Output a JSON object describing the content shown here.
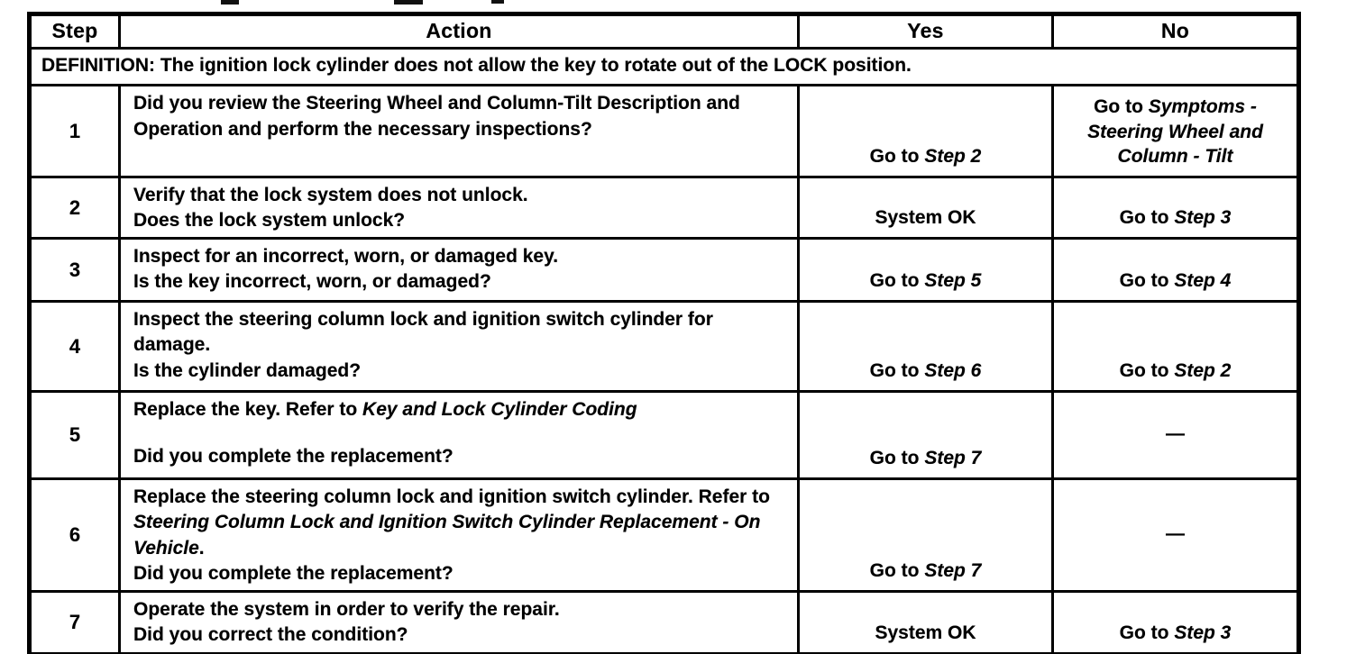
{
  "table": {
    "columns": [
      {
        "label": "Step"
      },
      {
        "label": "Action"
      },
      {
        "label": "Yes"
      },
      {
        "label": "No"
      }
    ],
    "definition": {
      "label": "DEFINITION:",
      "text": "The ignition lock cylinder does not allow the key to rotate out of the LOCK position."
    },
    "rows": [
      {
        "step": "1",
        "action_para": [
          {
            "t": "Did you review the Steering Wheel and Column-Tilt Description and Operation and perform the necessary inspections?"
          }
        ],
        "action_question": null,
        "yes": {
          "segments": [
            {
              "t": "Go to "
            },
            {
              "t": "Step 2",
              "i": true
            }
          ],
          "align": "bottom"
        },
        "no": {
          "segments": [
            {
              "t": "Go to "
            },
            {
              "t": "Symptoms - Steering Wheel and Column - Tilt",
              "i": true
            }
          ],
          "align": "top"
        }
      },
      {
        "step": "2",
        "action_para": [
          {
            "t": "Verify that the lock system does not unlock."
          }
        ],
        "action_question": [
          {
            "t": "Does the lock system unlock?"
          }
        ],
        "yes": {
          "segments": [
            {
              "t": "System OK"
            }
          ],
          "align": "bottom"
        },
        "no": {
          "segments": [
            {
              "t": "Go to "
            },
            {
              "t": "Step 3",
              "i": true
            }
          ],
          "align": "bottom"
        }
      },
      {
        "step": "3",
        "action_para": [
          {
            "t": "Inspect for an incorrect, worn, or damaged key."
          }
        ],
        "action_question": [
          {
            "t": "Is the key incorrect, worn, or damaged?"
          }
        ],
        "yes": {
          "segments": [
            {
              "t": "Go to "
            },
            {
              "t": "Step 5",
              "i": true
            }
          ],
          "align": "bottom"
        },
        "no": {
          "segments": [
            {
              "t": "Go to "
            },
            {
              "t": "Step 4",
              "i": true
            }
          ],
          "align": "bottom"
        }
      },
      {
        "step": "4",
        "action_para": [
          {
            "t": "Inspect the steering column lock and ignition switch cylinder for damage."
          }
        ],
        "action_question": [
          {
            "t": "Is the cylinder damaged?"
          }
        ],
        "yes": {
          "segments": [
            {
              "t": "Go to "
            },
            {
              "t": "Step 6",
              "i": true
            }
          ],
          "align": "bottom"
        },
        "no": {
          "segments": [
            {
              "t": "Go to "
            },
            {
              "t": "Step 2",
              "i": true
            }
          ],
          "align": "bottom"
        }
      },
      {
        "step": "5",
        "action_para": [
          {
            "t": "Replace the key. Refer to "
          },
          {
            "t": "Key and Lock Cylinder Coding",
            "i": true
          }
        ],
        "action_question": [
          {
            "t": "Did you complete the replacement?"
          }
        ],
        "yes": {
          "segments": [
            {
              "t": "Go to "
            },
            {
              "t": "Step 7",
              "i": true
            }
          ],
          "align": "bottom"
        },
        "no": {
          "segments": [
            {
              "t": "—"
            }
          ],
          "align": "center"
        }
      },
      {
        "step": "6",
        "action_para": [
          {
            "t": "Replace the steering column lock and ignition switch cylinder. Refer to "
          },
          {
            "t": "Steering Column Lock and Ignition Switch Cylinder Replacement - On Vehicle",
            "i": true
          },
          {
            "t": "."
          }
        ],
        "action_question": [
          {
            "t": "Did you complete the replacement?"
          }
        ],
        "yes": {
          "segments": [
            {
              "t": "Go to "
            },
            {
              "t": "Step 7",
              "i": true
            }
          ],
          "align": "bottom"
        },
        "no": {
          "segments": [
            {
              "t": "—"
            }
          ],
          "align": "center"
        }
      },
      {
        "step": "7",
        "action_para": [
          {
            "t": "Operate the system in order to verify the repair."
          }
        ],
        "action_question": [
          {
            "t": "Did you correct the condition?"
          }
        ],
        "yes": {
          "segments": [
            {
              "t": "System OK"
            }
          ],
          "align": "bottom"
        },
        "no": {
          "segments": [
            {
              "t": "Go to "
            },
            {
              "t": "Step 3",
              "i": true
            }
          ],
          "align": "bottom"
        }
      }
    ]
  },
  "colors": {
    "border": "#000000",
    "background": "#ffffff",
    "text": "#000000"
  }
}
